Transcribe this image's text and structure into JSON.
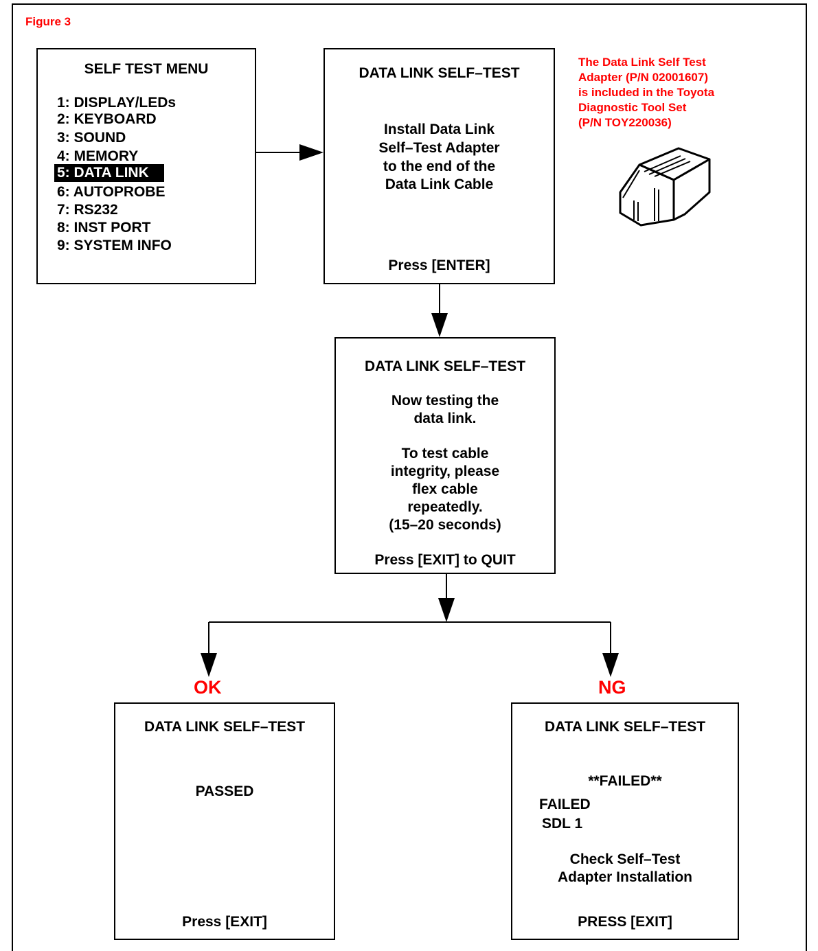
{
  "figure_label": "Figure 3",
  "colors": {
    "accent_red": "#ff0000",
    "line": "#000000",
    "highlight_bg": "#000000",
    "highlight_text": "#ffffff"
  },
  "menu": {
    "title": "SELF TEST MENU",
    "items": [
      "1: DISPLAY/LEDs",
      "2: KEYBOARD",
      "3: SOUND",
      "4: MEMORY",
      "5: DATA LINK",
      "6: AUTOPROBE",
      "7: RS232",
      "8: INST PORT",
      "9: SYSTEM INFO"
    ],
    "selected_item": "5: DATA LINK"
  },
  "screen_install": {
    "title": "DATA LINK SELF–TEST",
    "lines": [
      "Install Data Link",
      "Self–Test Adapter",
      "to the end of the",
      "Data Link Cable"
    ],
    "footer": "Press [ENTER]"
  },
  "adapter_note": {
    "lines": [
      "The Data Link Self Test",
      "Adapter (P/N 02001607)",
      "is included in the Toyota",
      "Diagnostic Tool Set",
      "(P/N TOY220036)"
    ],
    "image_icon": "adapter-plug-icon"
  },
  "screen_testing": {
    "title": "DATA LINK SELF–TEST",
    "lines_a": [
      "Now testing the",
      "data link."
    ],
    "lines_b": [
      "To test cable",
      "integrity, please",
      "flex cable",
      "repeatedly.",
      "(15–20 seconds)"
    ],
    "footer": "Press [EXIT] to QUIT"
  },
  "result_ok": {
    "status": "OK",
    "title": "DATA LINK SELF–TEST",
    "message": "PASSED",
    "footer": "Press [EXIT]"
  },
  "result_ng": {
    "status": "NG",
    "title": "DATA LINK SELF–TEST",
    "banner": "**FAILED**",
    "detail": [
      "FAILED",
      "SDL 1"
    ],
    "advice": [
      "Check Self–Test",
      "Adapter Installation"
    ],
    "footer": "PRESS [EXIT]"
  }
}
